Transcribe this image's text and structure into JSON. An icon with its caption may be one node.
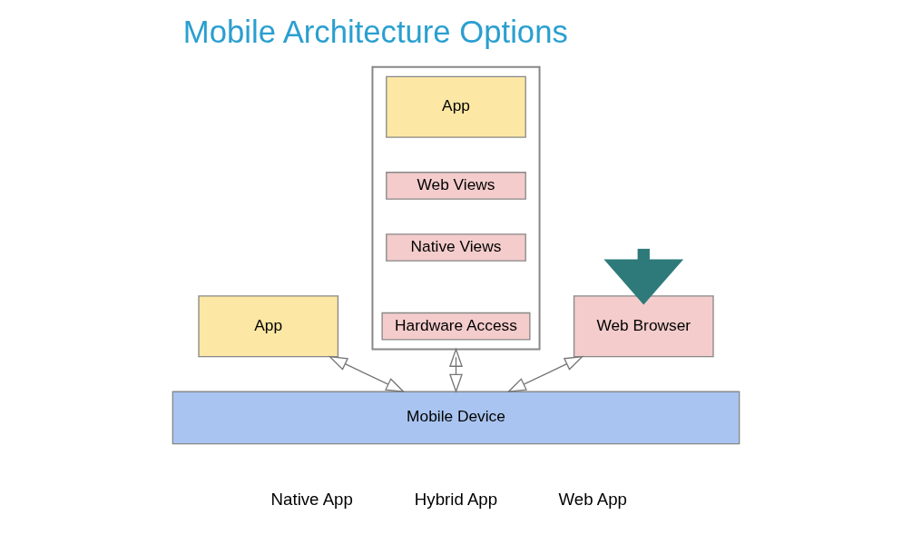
{
  "diagram": {
    "title": "Mobile Architecture Options",
    "nodes": [
      {
        "text": [
          "App"
        ]
      },
      {
        "text": [],
        "shape": "box"
      },
      {
        "text": [
          "App"
        ],
        "in": 1
      },
      {
        "text": [
          "Web Views"
        ],
        "in": 1
      },
      {
        "text": [
          "Native Views"
        ],
        "in": 1
      },
      {
        "text": [
          "Hardware Access"
        ],
        "in": 1
      },
      {
        "text": [
          "Web Browser"
        ]
      },
      {
        "text": [
          "Mobile Device"
        ]
      }
    ],
    "edges": [
      {
        "from": null,
        "to": 6,
        "arrow": "to",
        "style": "thick",
        "color": "#2e7a7a"
      },
      {
        "from": 0,
        "to": 7,
        "arrow": "both"
      },
      {
        "from": 1,
        "to": 7,
        "arrow": "both"
      },
      {
        "from": 6,
        "to": 7,
        "arrow": "both"
      }
    ],
    "labels": [
      "Native App",
      "Hybrid App",
      "Web App"
    ]
  }
}
